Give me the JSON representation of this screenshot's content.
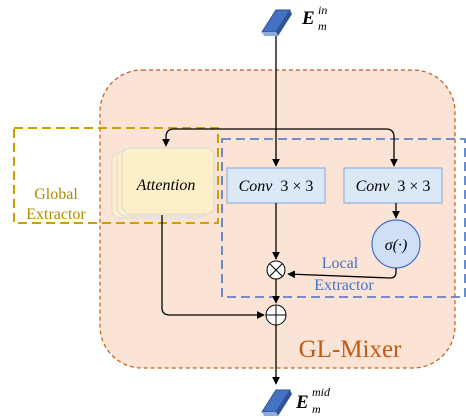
{
  "input_tensor": {
    "base": "E",
    "sup": "in",
    "sub": "m"
  },
  "output_tensor": {
    "base": "E",
    "sup": "mid",
    "sub": "m"
  },
  "mixer_label": "GL-Mixer",
  "global_extractor": {
    "line1": "Global",
    "line2": "Extractor"
  },
  "local_extractor": {
    "line1": "Local",
    "line2": "Extractor"
  },
  "attention_label": "Attention",
  "conv_left": {
    "name": "Conv",
    "size": "3 × 3"
  },
  "conv_right": {
    "name": "Conv",
    "size": "3 × 3"
  },
  "sigma_label": "σ(·)",
  "ops": {
    "multiply": "⊗",
    "add": "⊕"
  },
  "colors": {
    "mixer_fill": "#fbe3d6",
    "mixer_border": "#c55a11",
    "mixer_text": "#c55a11",
    "global_border": "#c9a000",
    "global_text": "#b08a00",
    "local_border": "#4472c4",
    "local_text": "#4472c4",
    "attention_fill": "#fdf0c8",
    "conv_fill": "#dae8f7",
    "conv_border": "#8fb3df",
    "sigma_fill": "#cfdff5",
    "sigma_border": "#4472c4",
    "tensor_fill": "#4472c4"
  }
}
